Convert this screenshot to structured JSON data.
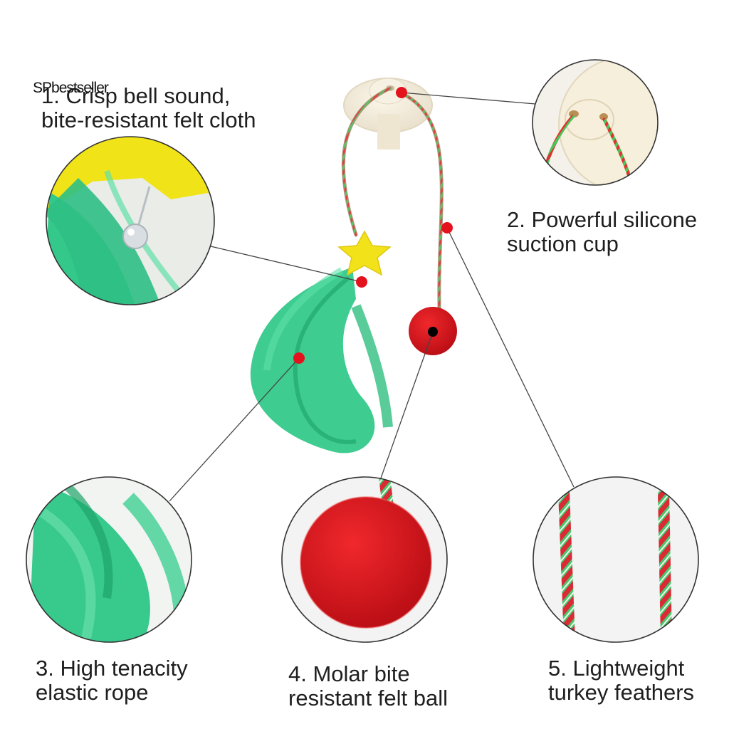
{
  "watermark": "SPbestseller",
  "captions": {
    "c1": {
      "line1": "1. Crisp bell sound,",
      "line2": "bite-resistant felt cloth"
    },
    "c2": {
      "line1": "2. Powerful silicone",
      "line2": "suction cup"
    },
    "c3": {
      "line1": "3. High tenacity",
      "line2": "elastic rope"
    },
    "c4": {
      "line1": "4. Molar bite",
      "line2": "resistant felt ball"
    },
    "c5": {
      "line1": "5. Lightweight",
      "line2": "turkey feathers"
    }
  },
  "colors": {
    "feather_green": "#34c98a",
    "felt_red": "#e0141e",
    "star_yellow": "#f2e21a",
    "suction_cup": "#f5eedc",
    "marker_red": "#e3121c",
    "leader_line": "#444444"
  }
}
